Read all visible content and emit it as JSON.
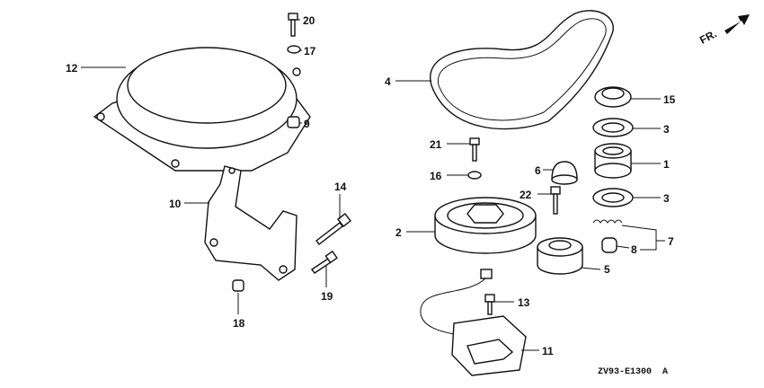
{
  "diagram": {
    "direction_marker": "FR.",
    "drawing_code": "ZV93-E1300  A",
    "callouts": [
      "20",
      "17",
      "12",
      "9",
      "10",
      "14",
      "19",
      "18",
      "4",
      "15",
      "3",
      "21",
      "1",
      "6",
      "16",
      "22",
      "3",
      "2",
      "7",
      "8",
      "5",
      "13",
      "11"
    ]
  }
}
